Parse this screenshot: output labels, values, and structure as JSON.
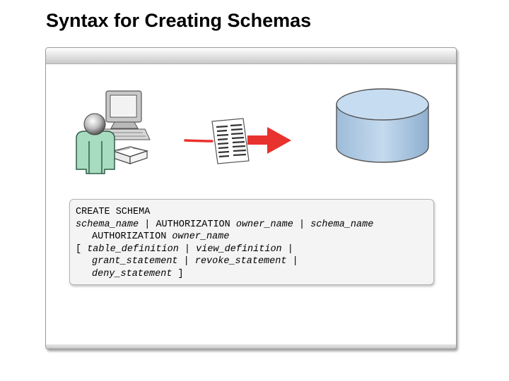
{
  "slide": {
    "title": "Syntax for Creating Schemas"
  },
  "illustration": {
    "icons": [
      "user-at-computer-icon",
      "script-document-icon",
      "arrow-right-icon",
      "database-icon"
    ],
    "colors": {
      "arrow": "#e8322d",
      "database_top": "#c6dcf0",
      "database_side": "#a9c6e2",
      "user_shirt": "#a8dcc0"
    }
  },
  "syntax": {
    "line1": {
      "kw1": "CREATE SCHEMA"
    },
    "line2": {
      "arg1": "schema_name",
      "sep1": " | ",
      "kw1": "AUTHORIZATION ",
      "arg2": "owner_name",
      "sep2": " | ",
      "arg3": "schema_name"
    },
    "line3": {
      "kw1": "AUTHORIZATION ",
      "arg1": "owner_name"
    },
    "line4": {
      "open": "[ ",
      "arg1": "table_definition",
      "sep1": " | ",
      "arg2": "view_definition",
      "sep2": " |"
    },
    "line5": {
      "arg1": "grant_statement",
      "sep1": " | ",
      "arg2": "revoke_statement",
      "sep2": " |"
    },
    "line6": {
      "arg1": "deny_statement",
      "close": " ]"
    }
  }
}
